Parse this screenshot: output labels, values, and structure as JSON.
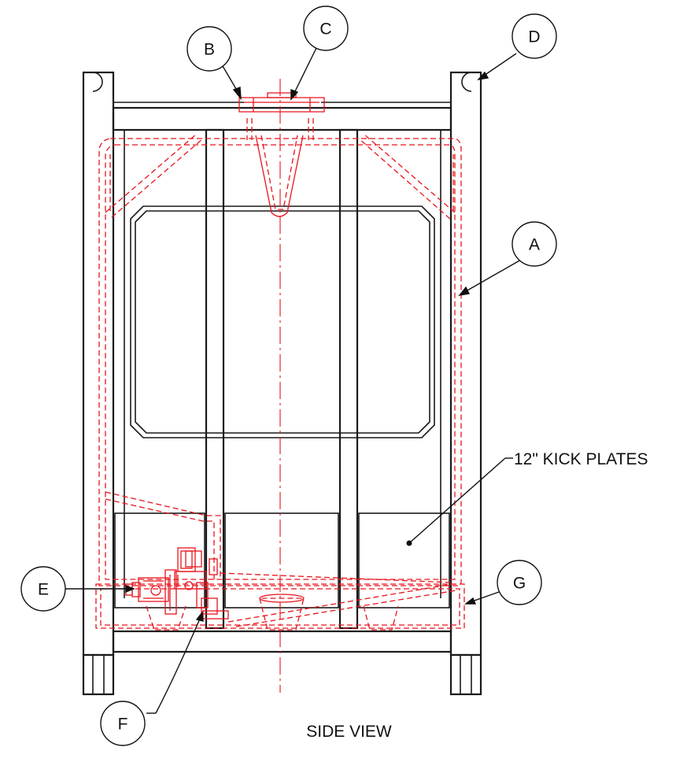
{
  "view_title": "SIDE VIEW",
  "kick_plate_note": "12\" KICK PLATES",
  "balloons": {
    "A": "A",
    "B": "B",
    "C": "C",
    "D": "D",
    "E": "E",
    "F": "F",
    "G": "G"
  },
  "colors": {
    "frame": "#1a1a1a",
    "tank_hidden_lines": "#e8141c",
    "background": "#ffffff"
  }
}
